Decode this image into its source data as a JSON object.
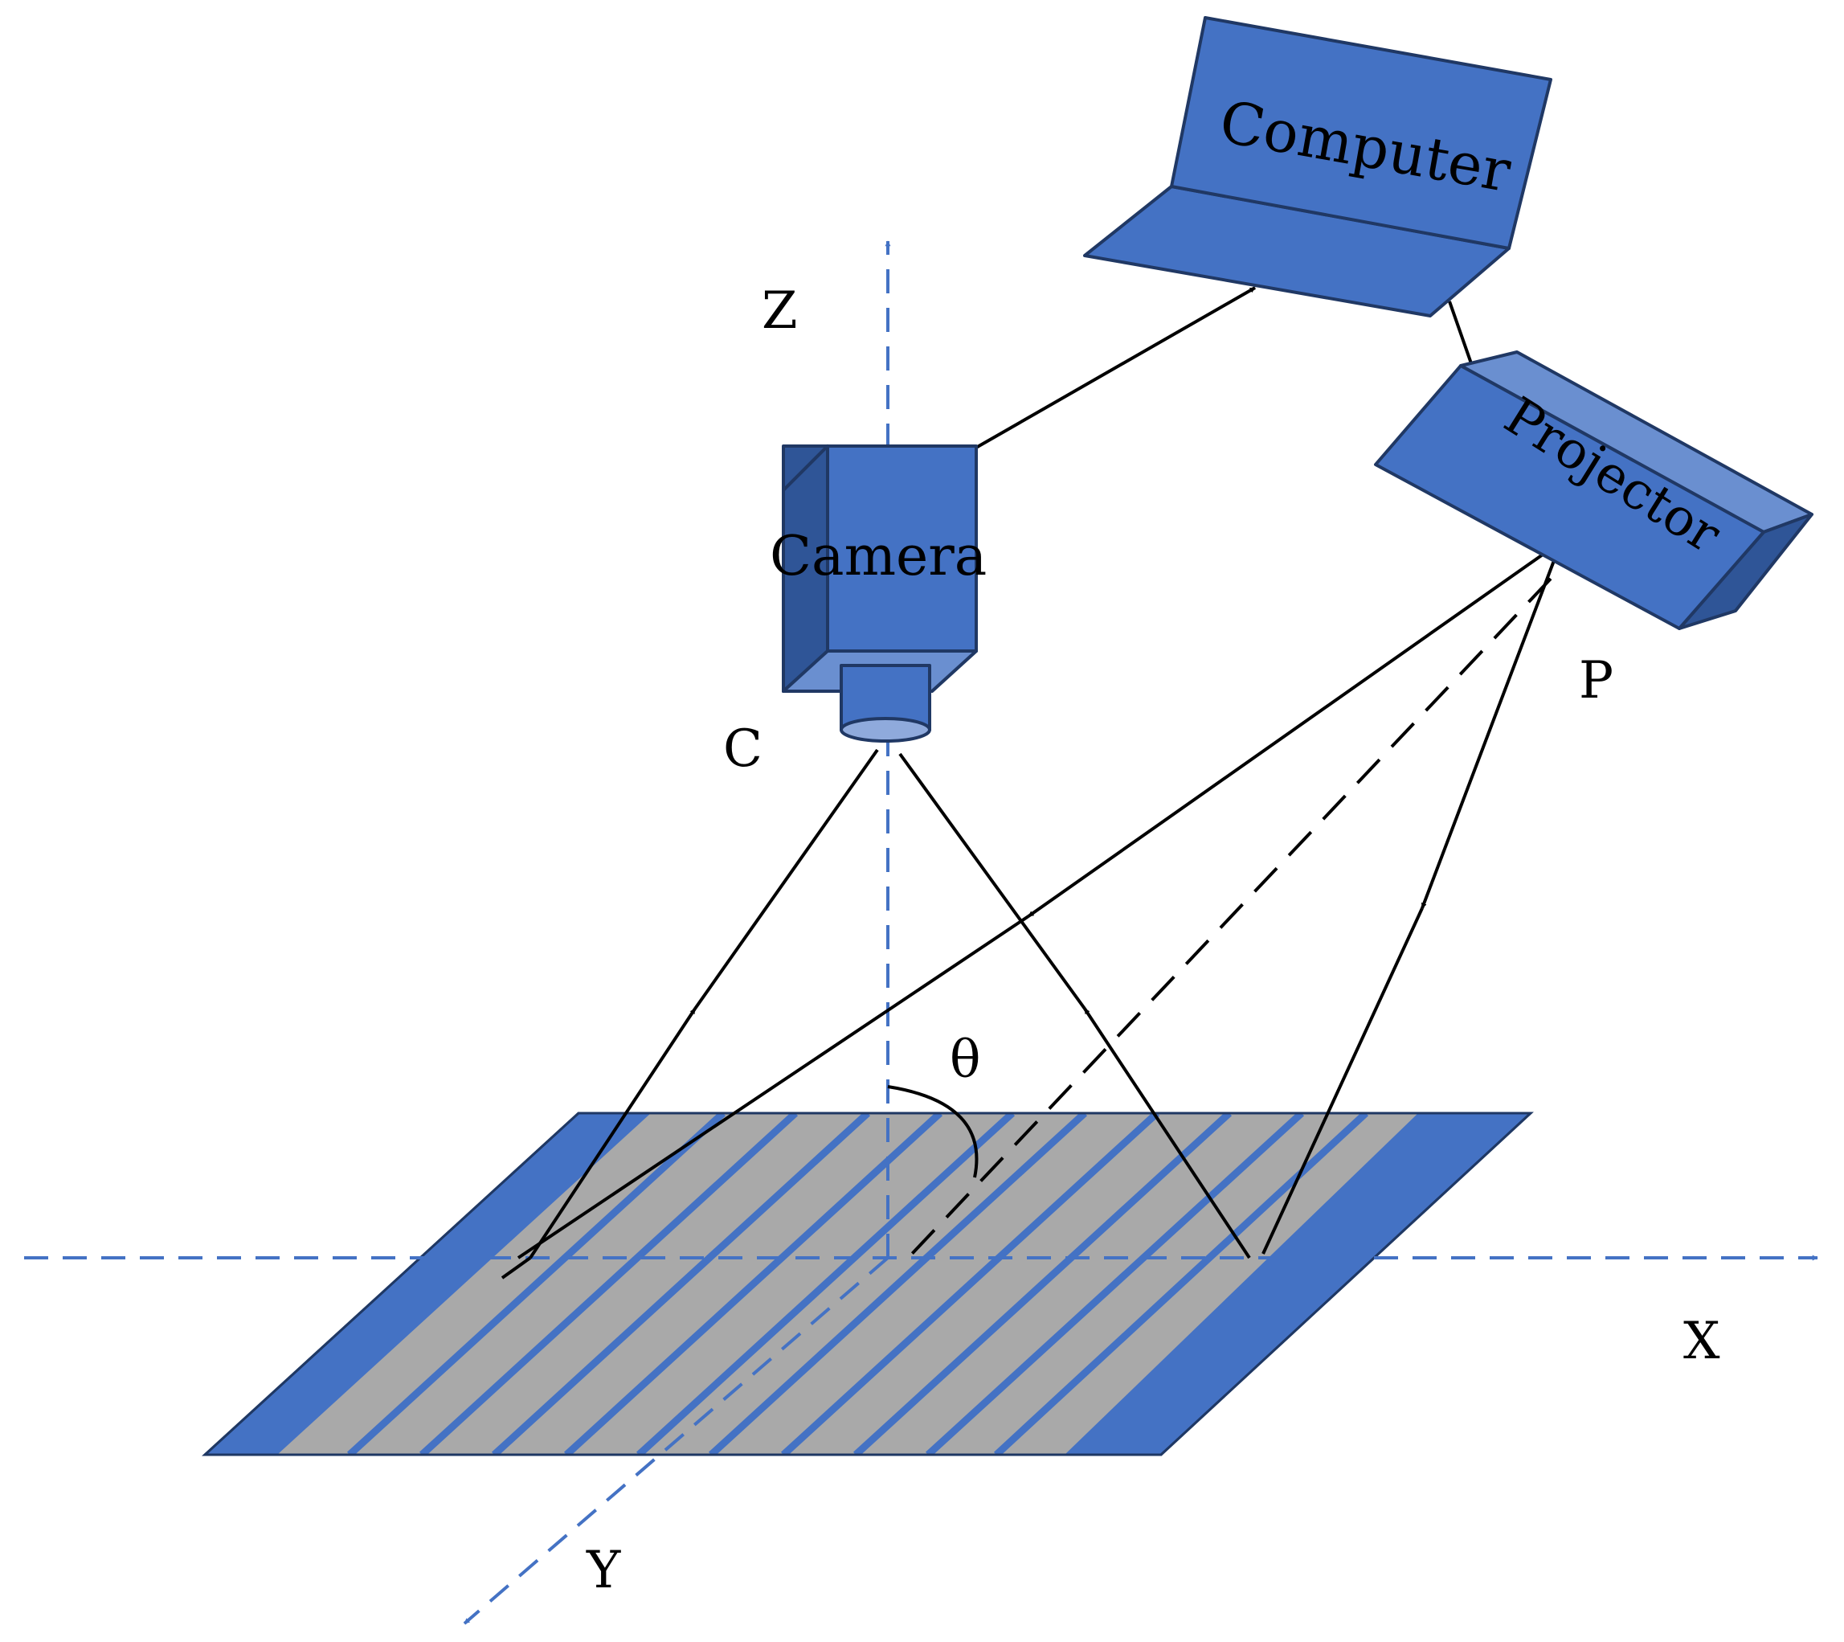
{
  "labels": {
    "computer": "Computer",
    "projector": "Projector",
    "camera": "Camera",
    "camera_point": "C",
    "projector_point": "P",
    "axis_z": "Z",
    "axis_x": "X",
    "axis_y": "Y",
    "angle": "θ"
  },
  "colors": {
    "device_fill": "#4472C4",
    "device_dark": "#2F5597",
    "device_light": "#6A8FD0",
    "device_outline": "#203864",
    "fringe_gray": "#A9A9A9",
    "axis": "#4472C4",
    "ray": "#000000"
  }
}
